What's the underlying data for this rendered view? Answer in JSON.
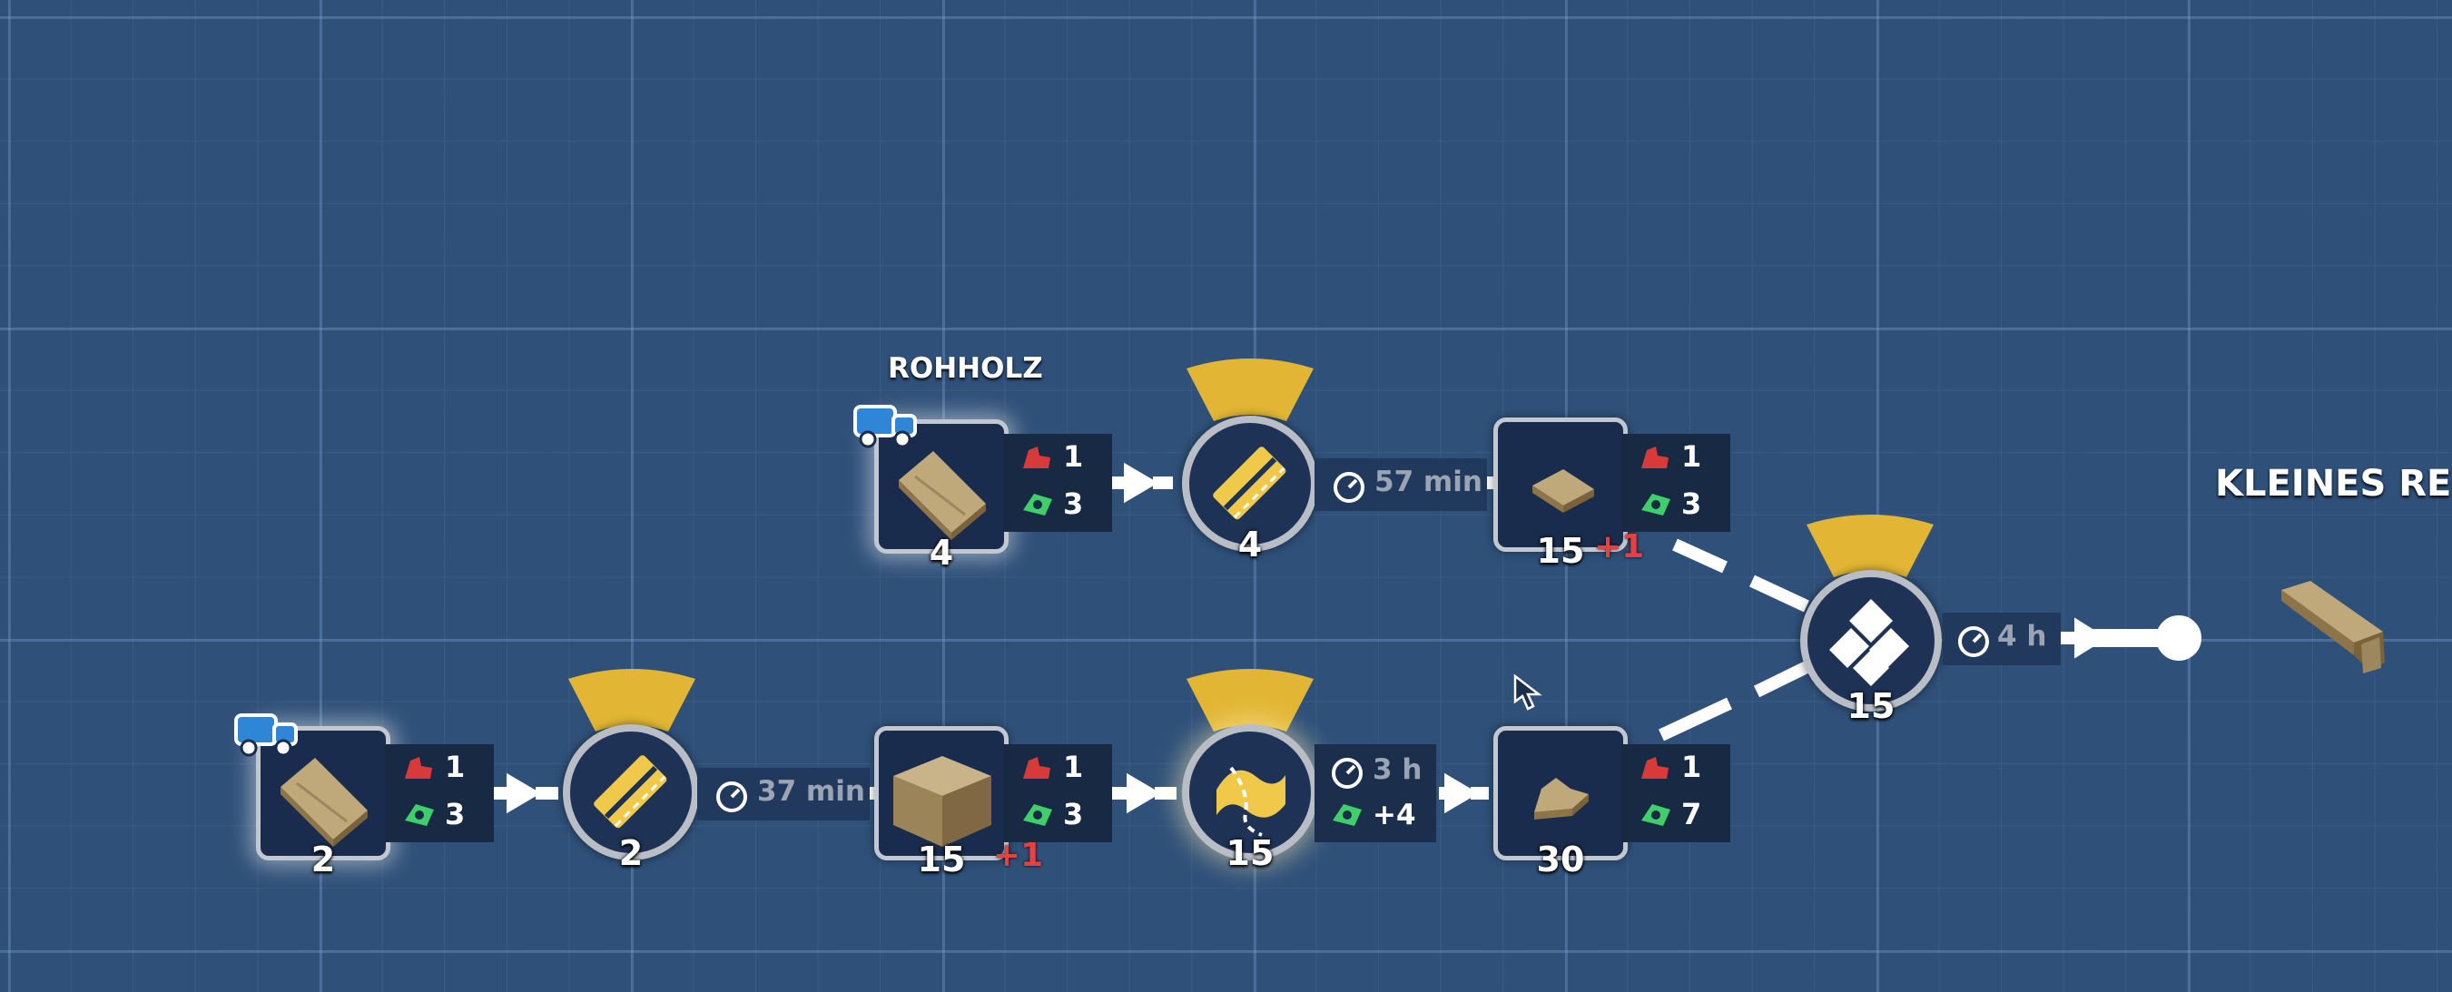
{
  "labels": {
    "rohholz": "ROHHOLZ",
    "kleines_regal": "KLEINES REGAL"
  },
  "top_chain": {
    "source_count": "4",
    "source_strength": "1",
    "source_money": "3",
    "cut_count": "4",
    "cut_time": "57 min",
    "board_count": "15",
    "board_plus": "+1",
    "board_strength": "1",
    "board_money": "3"
  },
  "bottom_chain": {
    "source_count": "2",
    "source_strength": "1",
    "source_money": "3",
    "cut_count": "2",
    "cut_time": "37 min",
    "block_count": "15",
    "block_plus": "+1",
    "block_strength": "1",
    "block_money": "3",
    "shape_count": "15",
    "shape_time": "3 h",
    "shape_money": "+4",
    "piece_count": "30",
    "piece_strength": "1",
    "piece_money": "7"
  },
  "assembly": {
    "count": "15",
    "time": "4 h"
  },
  "colors": {
    "background": "#2f5079",
    "accent_gold": "#e2b634",
    "strength_red": "#d83a3a",
    "money_green": "#3fcf6a",
    "plus_red": "#e64141"
  },
  "icons": [
    "truck-icon",
    "raw-log-icon",
    "plank-icon",
    "wood-block-icon",
    "wood-piece-icon",
    "cut-saw-icon",
    "shape-curve-icon",
    "assembly-icon",
    "strength-icon",
    "money-icon",
    "timer-icon",
    "cursor-icon",
    "shelf-icon"
  ]
}
